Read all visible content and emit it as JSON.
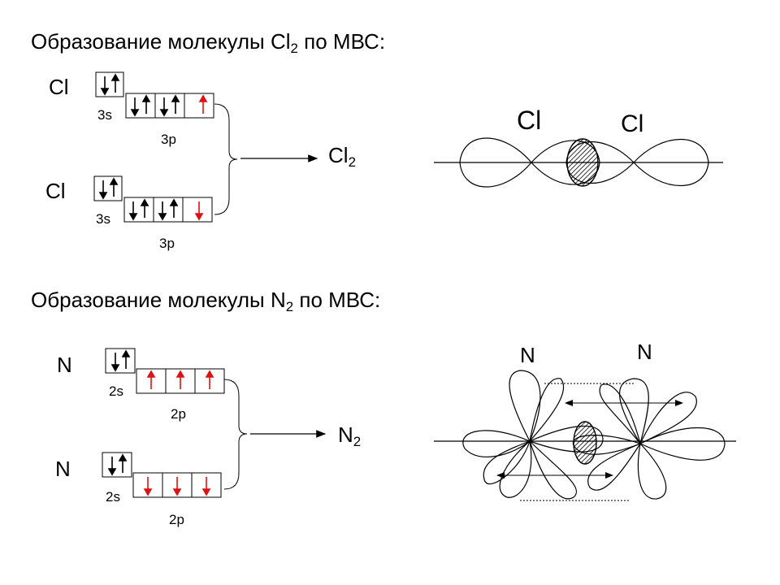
{
  "sections": {
    "cl2": {
      "heading_main": "Образование молекулы Cl",
      "heading_sub": "2",
      "heading_tail": " по МВС:",
      "atom1": "Cl",
      "atom2": "Cl",
      "s_label": "3s",
      "p_label": "3p",
      "product_main": "Cl",
      "product_sub": "2",
      "overlap_left": "Cl",
      "overlap_right": "Cl"
    },
    "n2": {
      "heading_main": "Образование молекулы N",
      "heading_sub": "2",
      "heading_tail": " по МВС:",
      "atom1": "N",
      "atom2": "N",
      "s_label": "2s",
      "p_label": "2p",
      "product_main": "N",
      "product_sub": "2",
      "overlap_left": "N",
      "overlap_right": "N"
    }
  },
  "colors": {
    "paired_arrow": "#000000",
    "unpaired_arrow": "#e01010",
    "line": "#000000"
  }
}
